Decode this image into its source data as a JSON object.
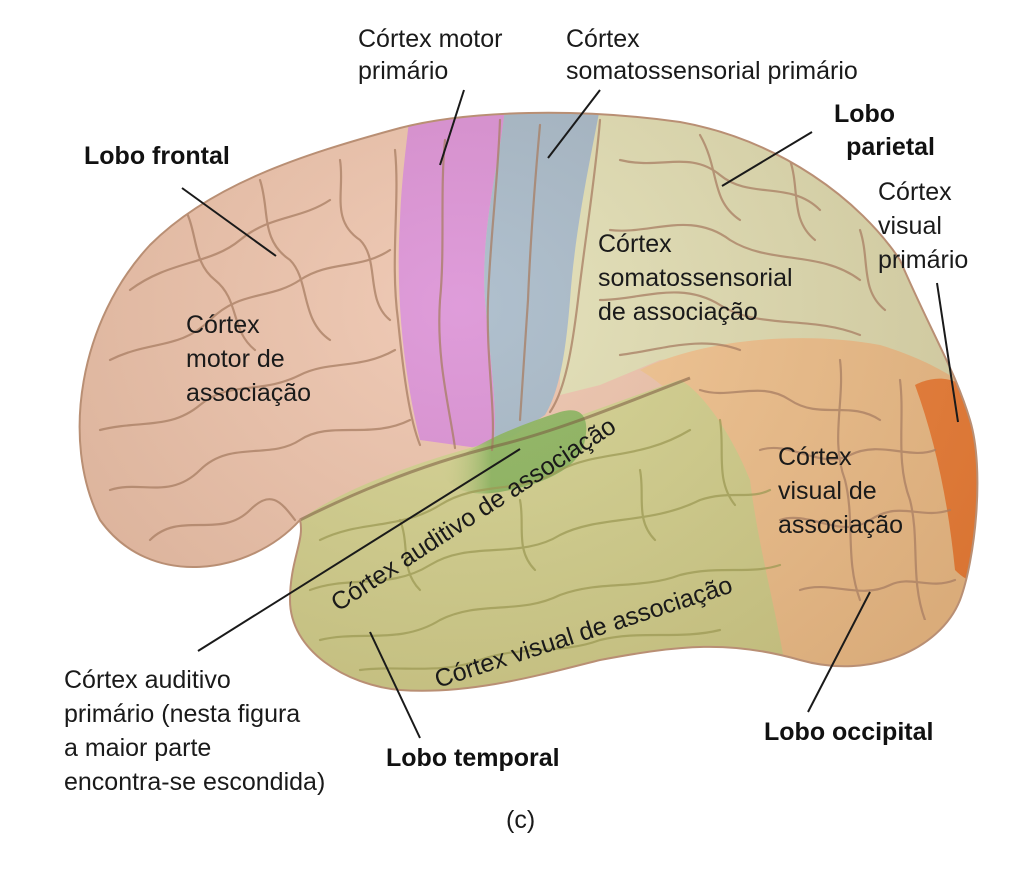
{
  "colors": {
    "frontal": "#ecbfa6",
    "motor_primary": "#d887d2",
    "somatosensory_primary": "#9fb3c4",
    "parietal": "#dfdcae",
    "temporal": "#cfcd85",
    "auditory_primary": "#7fae4f",
    "occipital": "#f0be86",
    "visual_primary": "#ef7a2f"
  },
  "labels": {
    "motor_primary": [
      "Córtex motor",
      "primário"
    ],
    "somatosensory_primary": [
      "Córtex",
      "somatossensorial primário"
    ],
    "parietal_lobe": [
      "Lobo",
      "parietal"
    ],
    "frontal_lobe": "Lobo frontal",
    "visual_primary": [
      "Córtex",
      "visual",
      "primário"
    ],
    "somatosensory_association": [
      "Córtex",
      "somatossensorial",
      "de associação"
    ],
    "motor_association": [
      "Córtex",
      "motor de",
      "associação"
    ],
    "auditory_association": "Córtex auditivo de associação",
    "visual_association_right": [
      "Córtex",
      "visual de",
      "associação"
    ],
    "visual_association_lower": "Córtex visual de associação",
    "auditory_primary": [
      "Córtex auditivo",
      "primário (nesta figura",
      "a maior parte",
      "encontra-se escondida)"
    ],
    "temporal_lobe": "Lobo temporal",
    "occipital_lobe": "Lobo occipital",
    "panel": "(c)"
  }
}
